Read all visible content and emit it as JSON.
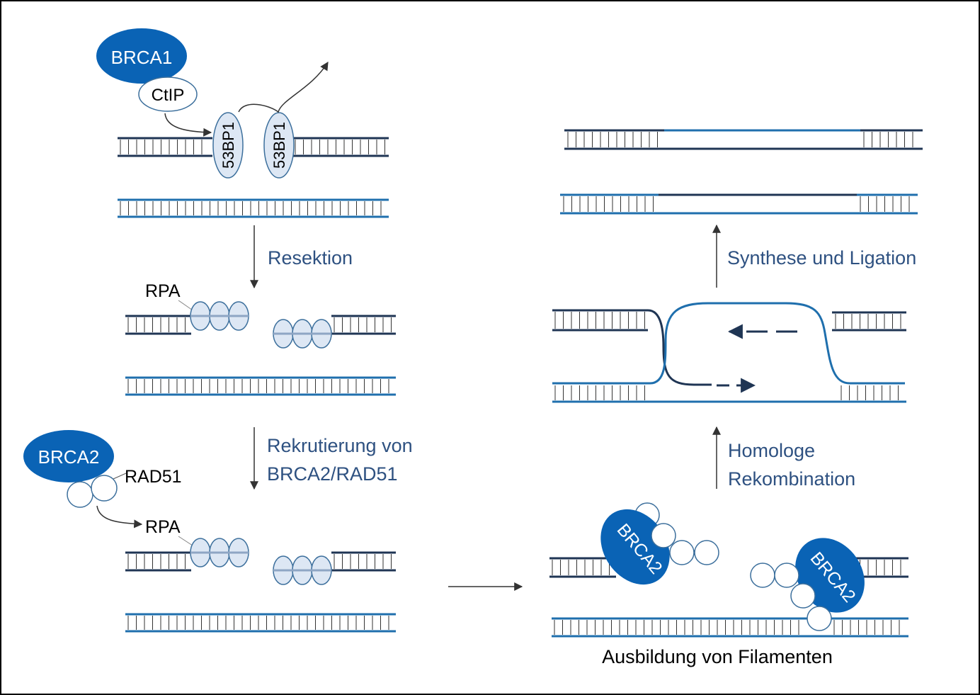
{
  "colors": {
    "dark_strand": "#1f3554",
    "blue_strand": "#1f6fad",
    "protein_fill": "#0a63b5",
    "light_fill": "#dde7f4",
    "light_stroke": "#3c6f9c",
    "step_text": "#2e5181",
    "arrow": "#333333",
    "text": "#000000"
  },
  "labels": {
    "brca1": "BRCA1",
    "ctip": "CtIP",
    "bp53_left": "53BP1",
    "bp53_right": "53BP1",
    "rpa_top": "RPA",
    "brca2_left": "BRCA2",
    "rad51": "RAD51",
    "rpa_bottom": "RPA",
    "brca2_filament_a": "BRCA2",
    "brca2_filament_b": "BRCA2",
    "filament_caption": "Ausbildung von Filamenten"
  },
  "steps": {
    "resection": "Resektion",
    "recruitment_line1": "Rekrutierung von",
    "recruitment_line2": "BRCA2/RAD51",
    "homologous_line1": "Homologe",
    "homologous_line2": "Rekombination",
    "synthesis": "Synthese und Ligation"
  }
}
